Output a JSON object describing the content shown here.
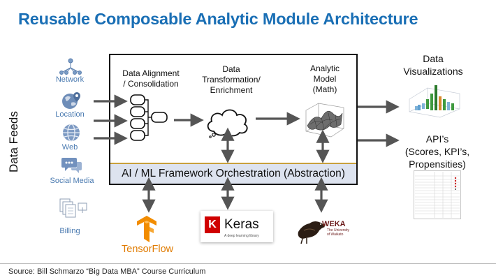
{
  "title": "Reusable Composable Analytic Module Architecture",
  "feeds_label": "Data Feeds",
  "sources": [
    {
      "label": "Network",
      "icon": "network-icon"
    },
    {
      "label": "Location",
      "icon": "location-globe-icon"
    },
    {
      "label": "Web",
      "icon": "web-globe-icon"
    },
    {
      "label": "Social Media",
      "icon": "social-media-chat-icon"
    },
    {
      "label": "Billing",
      "icon": "billing-documents-icon"
    }
  ],
  "stages": [
    {
      "label": "Data Alignment\n/ Consolidation",
      "icon": "database-stack-icon"
    },
    {
      "label": "Data\nTransformation/\nEnrichment",
      "icon": "cloud-icon"
    },
    {
      "label": "Analytic\nModel\n(Math)",
      "icon": "surface-plot-icon"
    }
  ],
  "framework_band": "AI / ML Framework Orchestration (Abstraction)",
  "outputs": [
    {
      "label": "Data\nVisualizations",
      "icon": "3d-bar-chart-icon"
    },
    {
      "label": "API’s\n(Scores, KPI’s,\nPropensities)",
      "icon": "score-table-icon"
    }
  ],
  "frameworks": {
    "tensorflow": {
      "name": "TensorFlow"
    },
    "keras": {
      "badge": "K",
      "name": "Keras",
      "tagline": "A deep learning library"
    },
    "weka": {
      "name": "WEKA",
      "subtitle": "The University\nof Waikato"
    }
  },
  "source_line": "Source: Bill Schmarzo “Big Data MBA” Course Curriculum",
  "colors": {
    "title": "#1a6fb5",
    "source_labels": "#4a7ab0",
    "band_fill": "#dde3ef",
    "band_border": "#c9a13c",
    "arrows": "#555555",
    "tensorflow": "#f28c00",
    "keras": "#d00000"
  }
}
